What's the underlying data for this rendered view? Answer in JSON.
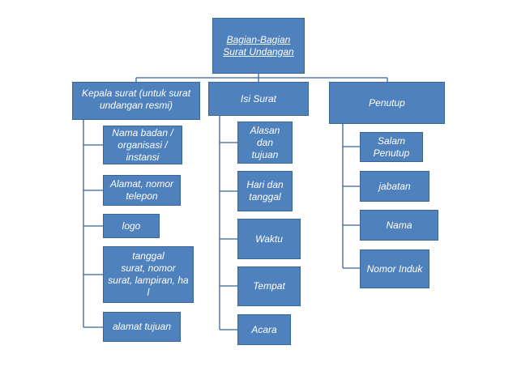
{
  "colors": {
    "box_fill": "#4f81bd",
    "box_border": "#3a6596",
    "connector": "#3a6596",
    "text": "#ffffff"
  },
  "root": {
    "label": "Bagian-Bagian\nSurat Undangan"
  },
  "branches": [
    {
      "label": "Kepala surat  (untuk surat\nundangan resmi)",
      "children": [
        "Nama badan /\norganisasi /\ninstansi",
        "Alamat, nomor\ntelepon",
        "logo",
        "tanggal\nsurat, nomor\nsurat, lampiran, ha\nl",
        "alamat tujuan"
      ]
    },
    {
      "label": "Isi Surat",
      "children": [
        "Alasan dan\ntujuan",
        "Hari dan\ntanggal",
        "Waktu",
        "Tempat",
        "Acara"
      ]
    },
    {
      "label": "Penutup",
      "children": [
        "Salam\nPenutup",
        "jabatan",
        "Nama",
        "Nomor  Induk"
      ]
    }
  ]
}
